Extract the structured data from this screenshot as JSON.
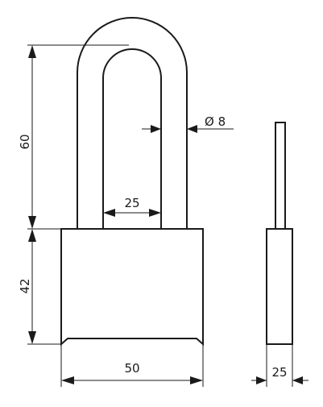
{
  "diagram": {
    "dimensions": {
      "shackle_height": "60",
      "body_height": "42",
      "shackle_inner_width": "25",
      "shackle_diameter": "Ø 8",
      "body_width": "50",
      "body_thickness": "25"
    },
    "colors": {
      "line": "#1a1a1a",
      "background": "#ffffff"
    }
  }
}
